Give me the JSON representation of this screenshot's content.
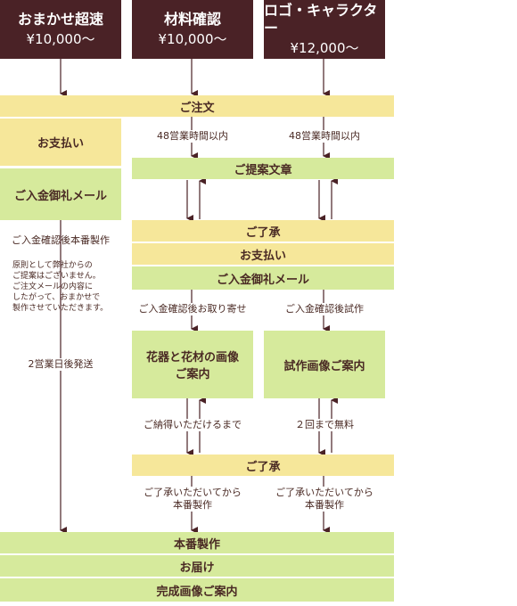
{
  "top": [
    {
      "title": "おまかせ超速",
      "price": "¥10,000〜"
    },
    {
      "title": "材料確認",
      "price": "¥10,000〜"
    },
    {
      "title": "ロゴ・キャラクター",
      "price": "¥12,000〜"
    }
  ],
  "order": "ご注文",
  "payment_left": "お支払い",
  "hours_a": "48営業時間以内",
  "hours_b": "48営業時間以内",
  "proposal": "ご提案文章",
  "thanks_left": "ご入金御礼メール",
  "confirm_production": "ご入金確認後本番製作",
  "note_lines": [
    "原則として弊社からの",
    "ご提案はございません。",
    "ご注文メールの内容に",
    "したがって、おまかせで",
    "製作させていただきます。"
  ],
  "ship": "2営業日後発送",
  "approval1": "ご了承",
  "payment2": "お支払い",
  "thanks2": "ご入金御礼メール",
  "confirm_order": "ご入金確認後お取り寄せ",
  "confirm_trial": "ご入金確認後試作",
  "flower_box": [
    "花器と花材の画像",
    "ご案内"
  ],
  "trial_box": "試作画像ご案内",
  "until_satisfied": "ご納得いただけるまで",
  "twice_free": "２回まで無料",
  "approval2": "ご了承",
  "after_a": [
    "ご了承いただいてから",
    "本番製作"
  ],
  "after_b": [
    "ご了承いただいてから",
    "本番製作"
  ],
  "production": "本番製作",
  "delivery": "お届け",
  "final": "完成画像ご案内",
  "colors": {
    "dark": "#4a2226",
    "yellow": "#f6e79a",
    "green": "#d6ea9c",
    "text": "#4a2a24"
  }
}
